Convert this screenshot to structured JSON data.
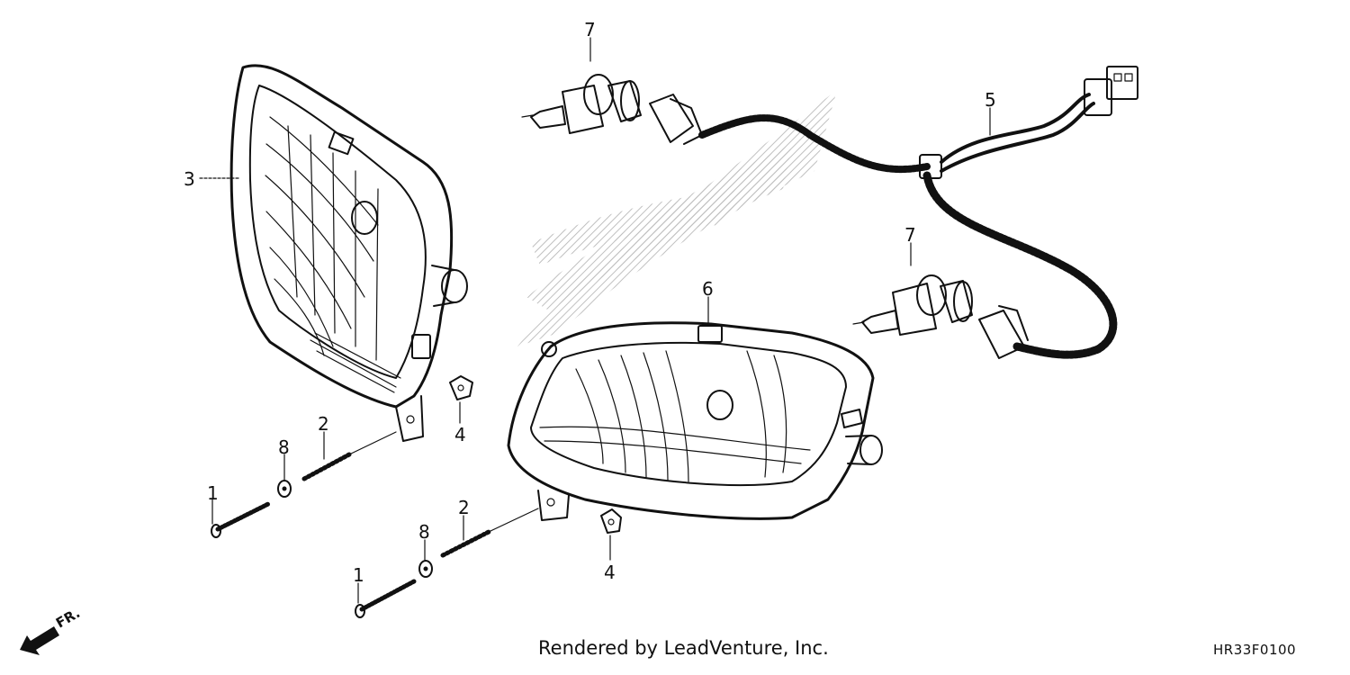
{
  "callouts": {
    "c1a": "1",
    "c1b": "1",
    "c2a": "2",
    "c2b": "2",
    "c3": "3",
    "c4a": "4",
    "c4b": "4",
    "c5": "5",
    "c6": "6",
    "c7a": "7",
    "c7b": "7",
    "c8a": "8",
    "c8b": "8"
  },
  "front_arrow_label": "FR.",
  "credit": "Rendered by LeadVenture, Inc.",
  "diagram_code": "HR33F0100",
  "colors": {
    "ink": "#111111",
    "watermark": "#b5b5b5",
    "background": "#ffffff"
  }
}
